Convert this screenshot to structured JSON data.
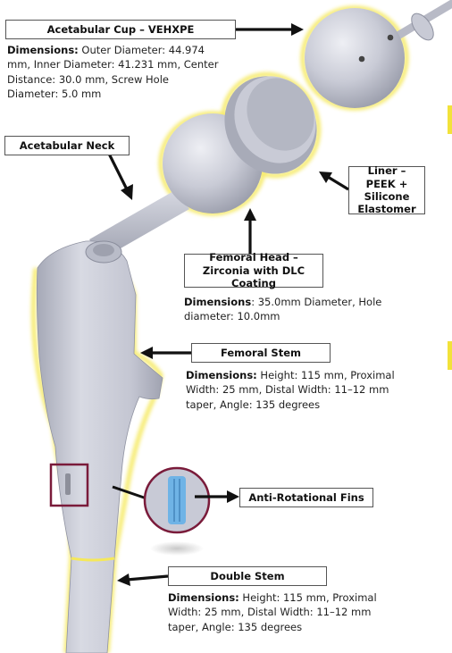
{
  "labels": {
    "cup": "Acetabular Cup – VEHXPE",
    "neck": "Acetabular Neck",
    "liner": "Liner – PEEK + Silicone Elastomer",
    "head": "Femoral Head – Zirconia with DLC Coating",
    "stem": "Femoral Stem",
    "fins": "Anti-Rotational Fins",
    "double": "Double Stem"
  },
  "dimensions": {
    "cup": {
      "key": "Dimensions:",
      "text": " Outer Diameter: 44.974 mm, Inner Diameter: 41.231 mm, Center Distance: 30.0 mm, Screw Hole Diameter: 5.0 mm"
    },
    "head": {
      "key": "Dimensions",
      "text": ": 35.0mm Diameter, Hole diameter: 10.0mm"
    },
    "stem": {
      "key": "Dimensions:",
      "text": " Height: 115 mm, Proximal Width: 25 mm, Distal Width: 11–12 mm taper, Angle: 135 degrees"
    },
    "double": {
      "key": "Dimensions:",
      "text": " Height: 115 mm, Proximal Width: 25 mm, Distal Width: 11–12 mm taper, Angle: 135 degrees"
    }
  },
  "colors": {
    "glow": "#f5e85a",
    "implant": "#c9cbd6",
    "highlight_box": "#7a1b3a",
    "fin_blue": "#6fb3e6",
    "arrow": "#111111"
  }
}
